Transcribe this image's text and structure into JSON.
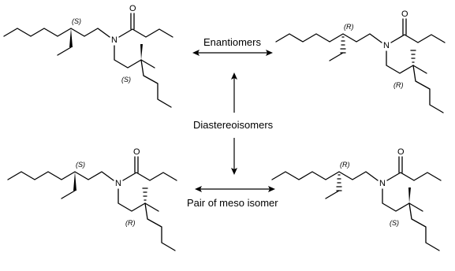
{
  "atoms": {
    "nitrogen": "N",
    "oxygen": "O"
  },
  "molecules": [
    {
      "top_config": "(S)",
      "bottom_config": "(S)"
    },
    {
      "top_config": "(R)",
      "bottom_config": "(R)"
    },
    {
      "top_config": "(S)",
      "bottom_config": "(R)"
    },
    {
      "top_config": "(R)",
      "bottom_config": "(S)"
    }
  ],
  "labels": {
    "enantiomers": "Enantiomers",
    "diastereoisomers": "Diastereoisomers",
    "meso": "Pair of meso isomer"
  }
}
